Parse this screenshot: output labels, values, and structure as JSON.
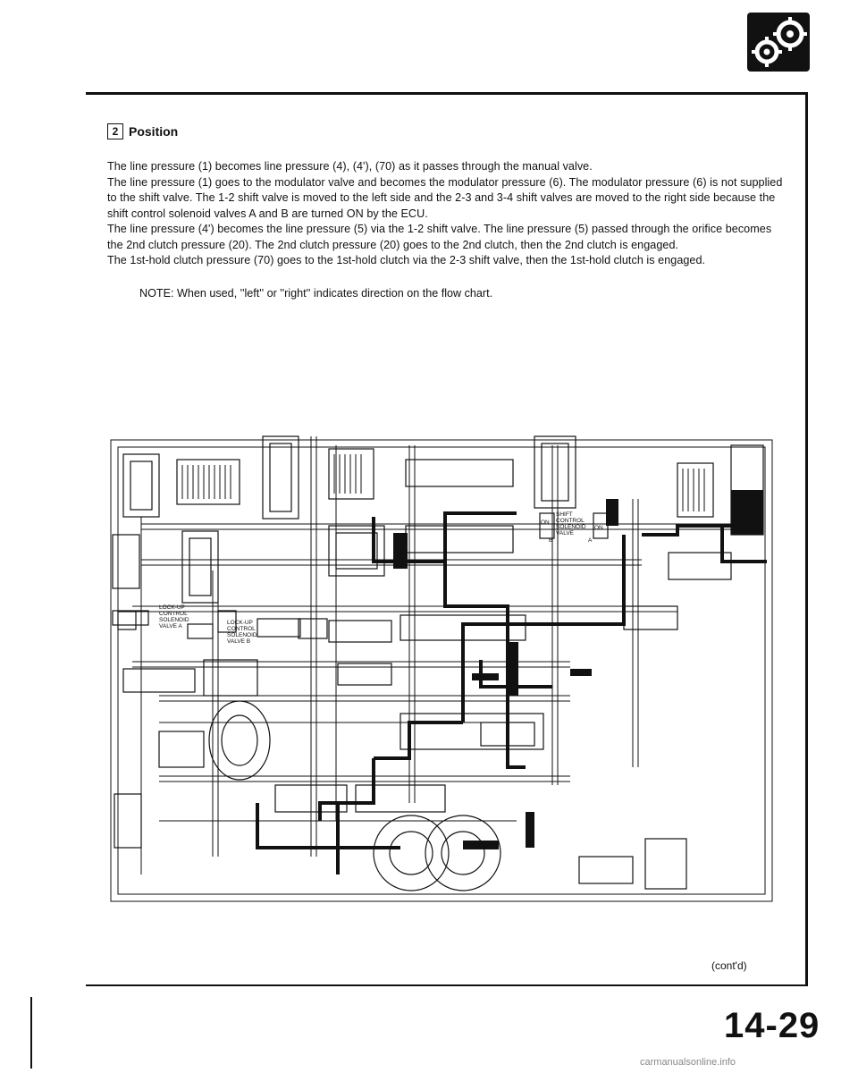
{
  "section": {
    "number": "2",
    "title": "Position"
  },
  "paragraphs": [
    "The line pressure (1) becomes line pressure (4), (4'), (70) as it passes through the manual valve.",
    "The line pressure (1) goes to the modulator valve and becomes the modulator pressure (6). The modulator pressure (6) is not supplied to the shift valve. The 1-2 shift valve is moved to the left side and the 2-3 and 3-4 shift valves are moved to the right side because the shift control solenoid valves A and B are turned ON by the ECU.",
    "The line pressure (4') becomes the line pressure (5) via the 1-2 shift valve. The line pressure (5) passed through the orifice becomes the 2nd clutch pressure (20). The 2nd clutch pressure (20) goes to the 2nd clutch, then the 2nd clutch is engaged.",
    "The 1st-hold clutch pressure (70) goes to the 1st-hold clutch via the 2-3 shift valve, then the 1st-hold clutch is engaged."
  ],
  "note": "NOTE: When used, ''left'' or ''right'' indicates direction on the flow chart.",
  "diagram": {
    "labels": {
      "lockup_a": [
        "LOCK-UP",
        "CONTROL",
        "SOLENOID",
        "VALVE A"
      ],
      "lockup_b": [
        "LOCK-UP",
        "CONTROL",
        "SOLENOID",
        "VALVE B"
      ],
      "shift": [
        "SHIFT",
        "CONTROL",
        "SOLENOID",
        "VALVE"
      ],
      "on_a": "ON",
      "on_b": "ON",
      "letter_a": "A",
      "letter_b": "B"
    }
  },
  "contd": "(cont'd)",
  "page_number": "14-29",
  "footer": "carmanualsonline.info"
}
